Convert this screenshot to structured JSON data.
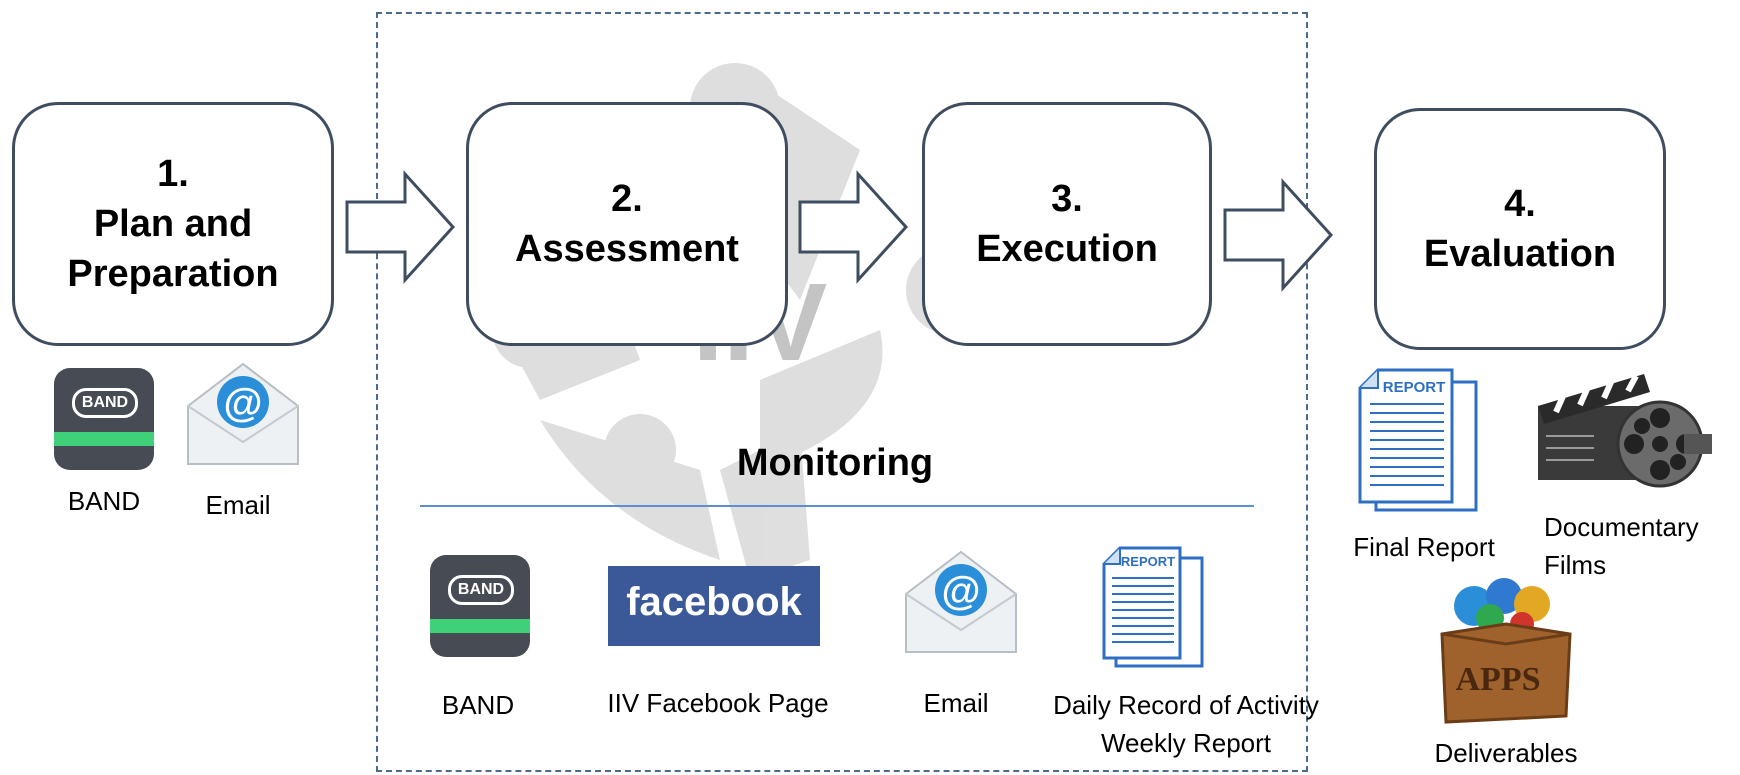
{
  "steps": [
    {
      "number": "1.",
      "title_line1": "Plan and",
      "title_line2": "Preparation"
    },
    {
      "number": "2.",
      "title": "Assessment"
    },
    {
      "number": "3.",
      "title": "Execution"
    },
    {
      "number": "4.",
      "title": "Evaluation"
    }
  ],
  "watermark": "IIV",
  "monitoring": {
    "title": "Monitoring",
    "tools": [
      {
        "label": "BAND",
        "icon": "band-app-icon",
        "icon_text": "BAND"
      },
      {
        "label": "IIV Facebook Page",
        "icon": "facebook-logo",
        "icon_text": "facebook"
      },
      {
        "label": "Email",
        "icon": "email-envelope-icon",
        "icon_text": "@"
      },
      {
        "label_line1": "Daily Record of Activity",
        "label_line2": "Weekly Report",
        "icon": "report-document-icon",
        "icon_text": "REPORT"
      }
    ]
  },
  "plan_tools": [
    {
      "label": "BAND",
      "icon": "band-app-icon",
      "icon_text": "BAND"
    },
    {
      "label": "Email",
      "icon": "email-envelope-icon",
      "icon_text": "@"
    }
  ],
  "evaluation_outputs": [
    {
      "label": "Final Report",
      "icon": "report-document-icon",
      "icon_text": "REPORT"
    },
    {
      "label_line1": "Documentary",
      "label_line2": "Films",
      "icon": "film-clapper-reel-icon"
    },
    {
      "label": "Deliverables",
      "icon": "apps-box-icon",
      "icon_text": "APPS"
    }
  ],
  "colors": {
    "box_border": "#3e4d5f",
    "monitor_border": "#4a6a92",
    "divider": "#5b8fd0",
    "watermark": "#cfcfcf",
    "band_green": "#3fd07a",
    "facebook_blue": "#3b5998",
    "report_blue": "#2e6fc4"
  }
}
